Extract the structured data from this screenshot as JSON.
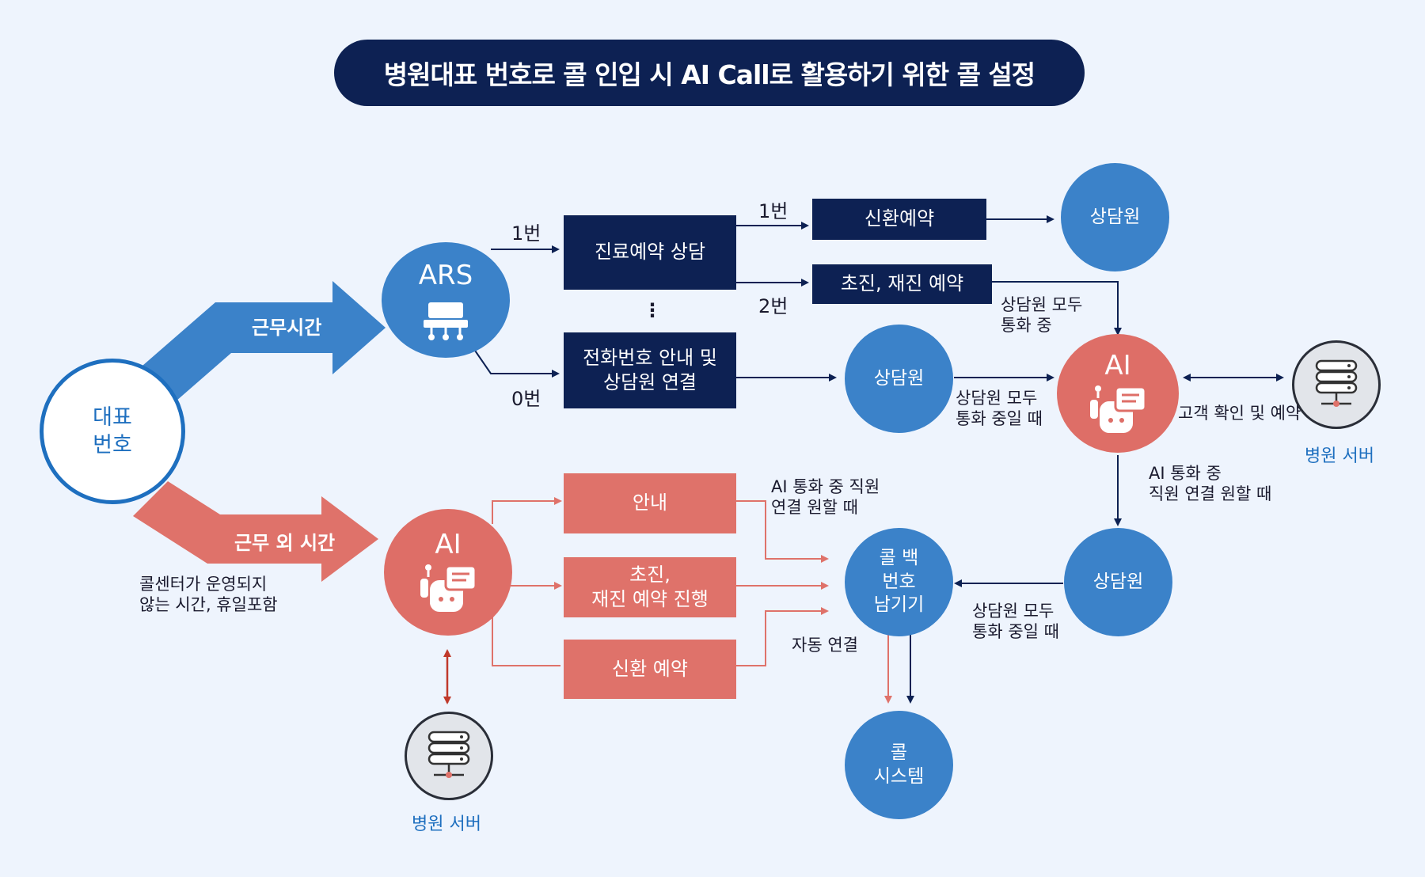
{
  "title": "병원대표 번호로 콜 인입 시 AI Call로 활용하기 위한 콜 설정",
  "representative": {
    "line1": "대표",
    "line2": "번호"
  },
  "work_hours_label": "근무시간",
  "off_hours_label": "근무 외 시간",
  "off_hours_note": {
    "line1": "콜센터가 운영되지",
    "line2": "않는 시간, 휴일포함"
  },
  "ars": {
    "label": "ARS",
    "icon": "ars-terminal-icon"
  },
  "ars_options": {
    "opt1": "1번",
    "opt0": "0번",
    "ellipsis": "⋮"
  },
  "consult_box": "진료예약 상담",
  "phone_box": {
    "line1": "전화번호 안내 및",
    "line2": "상담원 연결"
  },
  "consult_options": {
    "opt1": "1번",
    "opt2": "2번"
  },
  "new_reservation": "신환예약",
  "first_visit": "초진, 재진 예약",
  "agent": "상담원",
  "all_busy": {
    "line1": "상담원 모두",
    "line2": "통화 중"
  },
  "all_busy_time": {
    "line1": "상담원 모두",
    "line2": "통화 중일 때"
  },
  "ai_label": "AI",
  "ai_icon": "robot-chat-icon",
  "customer_check": "고객 확인 및 예약",
  "hospital_server": "병원 서버",
  "server_icon": "server-stack-icon",
  "ai_transfer": {
    "line1": "AI 통화 중",
    "line2": "직원 연결 원할 때"
  },
  "ai_transfer_long": {
    "line1": "AI 통화 중 직원",
    "line2": "연결 원할 때"
  },
  "off_boxes": {
    "guide": "안내",
    "first_visit_line1": "초진,",
    "first_visit_line2": "재진 예약 진행",
    "new_reservation": "신환 예약"
  },
  "callback": {
    "line1": "콜 백",
    "line2": "번호",
    "line3": "남기기"
  },
  "auto_connect": "자동 연결",
  "call_system": {
    "line1": "콜",
    "line2": "시스템"
  },
  "colors": {
    "navy": "#0d2153",
    "blue": "#3b82c9",
    "red": "#de6e67",
    "bg": "#eef4fd"
  }
}
